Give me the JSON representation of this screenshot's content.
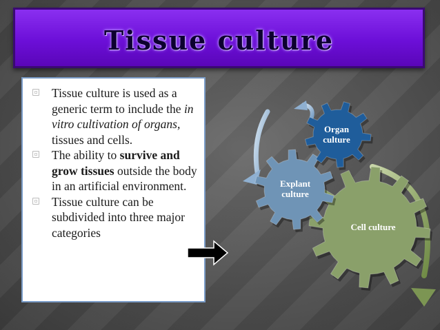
{
  "title": "Tissue culture",
  "bullets": [
    {
      "parts": [
        {
          "text": "Tissue culture is used as a generic term to include the ",
          "style": "normal"
        },
        {
          "text": "in vitro cultivation of organs,",
          "style": "italic"
        },
        {
          "text": " tissues and cells.",
          "style": "normal"
        }
      ]
    },
    {
      "parts": [
        {
          "text": "The ability to ",
          "style": "normal"
        },
        {
          "text": "survive and grow tissues",
          "style": "bold"
        },
        {
          "text": " outside the body in an artificial environment.",
          "style": "normal"
        }
      ]
    },
    {
      "parts": [
        {
          "text": "Tissue culture can be subdivided into three major categories",
          "style": "normal"
        }
      ]
    }
  ],
  "gears": {
    "organ": {
      "line1": "Organ",
      "line2": "culture",
      "color": "#1f5d9b"
    },
    "explant": {
      "line1": "Explant",
      "line2": "culture",
      "color": "#6f94b6"
    },
    "cell": {
      "label": "Cell culture",
      "color": "#8aa06a"
    }
  },
  "colors": {
    "banner": "#6c0fd8",
    "box_border": "#7a9cc8",
    "curved_arrow": "#9ab8d6"
  },
  "icons": {
    "bullet": "square-bullet-icon",
    "arrow": "right-arrow-icon"
  }
}
